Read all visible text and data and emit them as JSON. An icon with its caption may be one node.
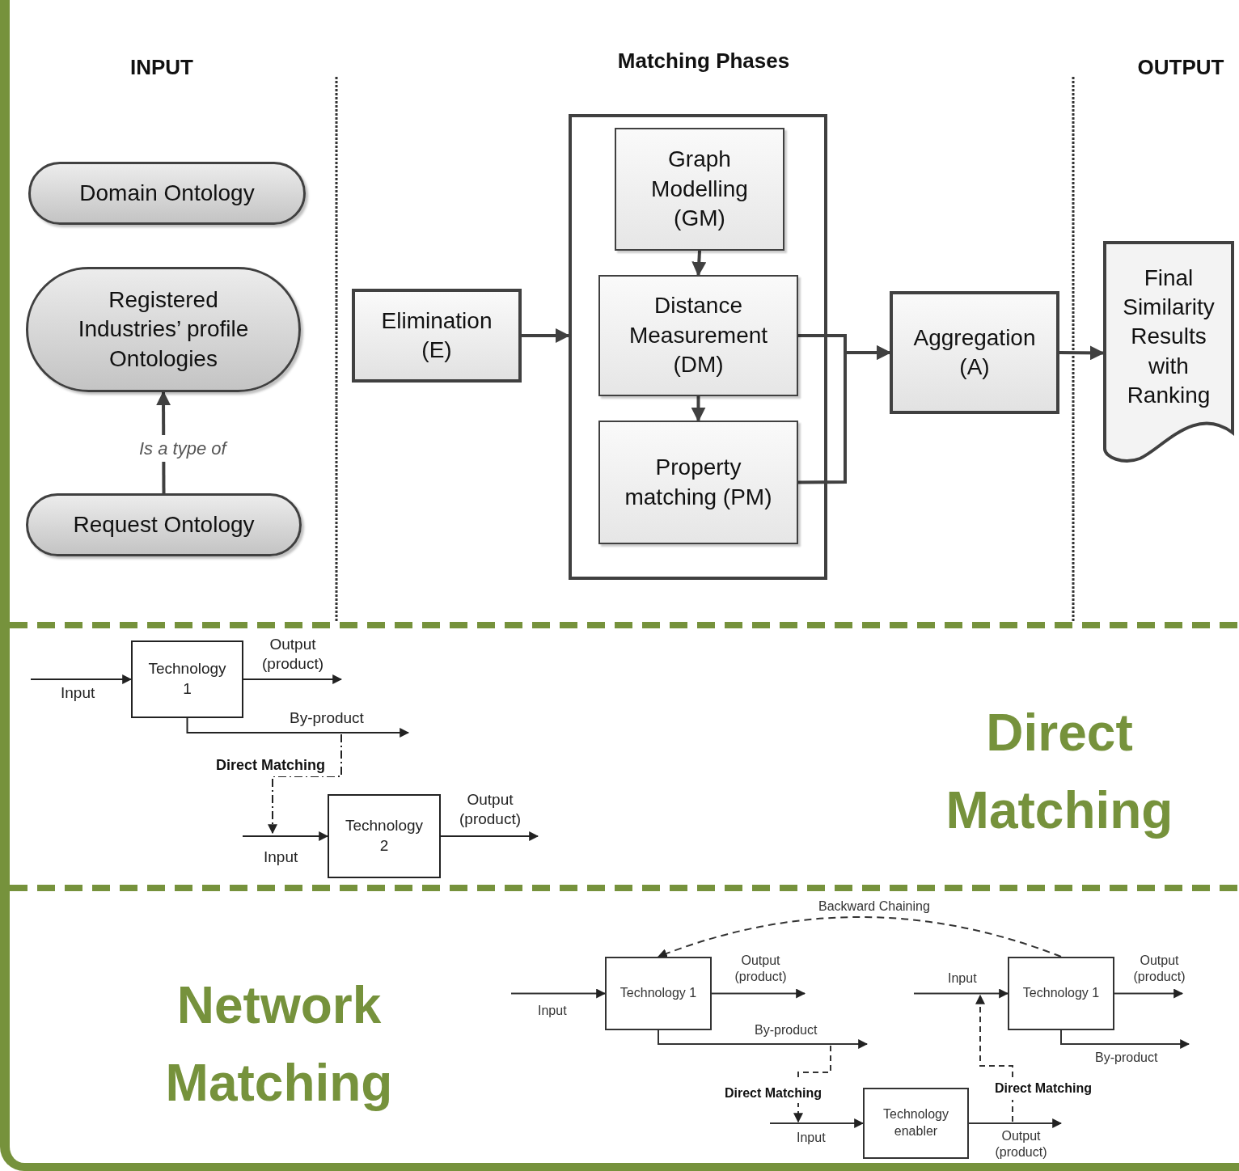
{
  "diagram": {
    "nodes": [
      {
        "text": [
          "Domain Ontology"
        ]
      },
      {
        "text": [
          "Registered Industries’ profile Ontologies"
        ]
      },
      {
        "text": [
          "Request Ontology"
        ]
      },
      {
        "text": [
          "Elimination (E)"
        ]
      },
      {
        "text": [],
        "shape": "box"
      },
      {
        "text": [
          "Graph Modelling (GM)"
        ],
        "in": 4
      },
      {
        "text": [
          "Distance Measurement (DM)"
        ],
        "in": 4
      },
      {
        "text": [
          "Property matching (PM)"
        ],
        "in": 4
      },
      {
        "text": [
          "Aggregation (A)"
        ]
      },
      {
        "text": [
          "Final Similarity Results with Ranking"
        ]
      },
      {
        "text": [
          "Technology 1"
        ]
      },
      {
        "text": [
          "Technology 2"
        ]
      },
      {
        "text": [
          "Technology 1"
        ]
      },
      {
        "text": [
          "Technology 1"
        ]
      },
      {
        "text": [
          "Technology enabler"
        ]
      }
    ],
    "edges": [
      {
        "from": 2,
        "to": 1,
        "arrow": "to",
        "label": "Is a type of"
      },
      {
        "from": 3,
        "to": 4,
        "arrow": "to"
      },
      {
        "from": 5,
        "to": 6,
        "arrow": "to"
      },
      {
        "from": 6,
        "to": 7,
        "arrow": "to"
      },
      {
        "from": 6,
        "to": 8,
        "arrow": "to"
      },
      {
        "from": 7,
        "to": 8,
        "arrow": "to"
      },
      {
        "from": 8,
        "to": 9,
        "arrow": "to"
      },
      {
        "from": null,
        "to": 10,
        "arrow": "to",
        "label": "Input"
      },
      {
        "from": 10,
        "to": null,
        "arrow": "to",
        "label": "Output (product)"
      },
      {
        "from": 10,
        "to": null,
        "arrow": "to",
        "label": "By-product"
      },
      {
        "from": null,
        "to": 11,
        "arrow": "to",
        "label": "Input"
      },
      {
        "from": 11,
        "to": null,
        "arrow": "to",
        "label": "Output (product)"
      },
      {
        "from": null,
        "to": 12,
        "arrow": "to",
        "label": "Input"
      },
      {
        "from": 12,
        "to": null,
        "arrow": "to",
        "label": "Output (product)"
      },
      {
        "from": 12,
        "to": null,
        "arrow": "to",
        "label": "By-product"
      },
      {
        "from": null,
        "to": 14,
        "arrow": "to",
        "label": "Input"
      },
      {
        "from": 14,
        "to": null,
        "arrow": "to",
        "label": "Output (product)"
      },
      {
        "from": null,
        "to": 13,
        "arrow": "to",
        "label": "Input"
      },
      {
        "from": 13,
        "to": null,
        "arrow": "to",
        "label": "Output (product)"
      },
      {
        "from": 13,
        "to": null,
        "arrow": "to",
        "label": "By-product"
      },
      {
        "from": 13,
        "to": 12,
        "arrow": "to",
        "label": "Backward Chaining",
        "style": "dashed"
      }
    ],
    "labels": [
      "INPUT",
      "Matching Phases",
      "OUTPUT",
      "Direct Matching",
      "Direct Matching",
      "Network Matching",
      "Direct Matching",
      "Direct Matching"
    ]
  }
}
